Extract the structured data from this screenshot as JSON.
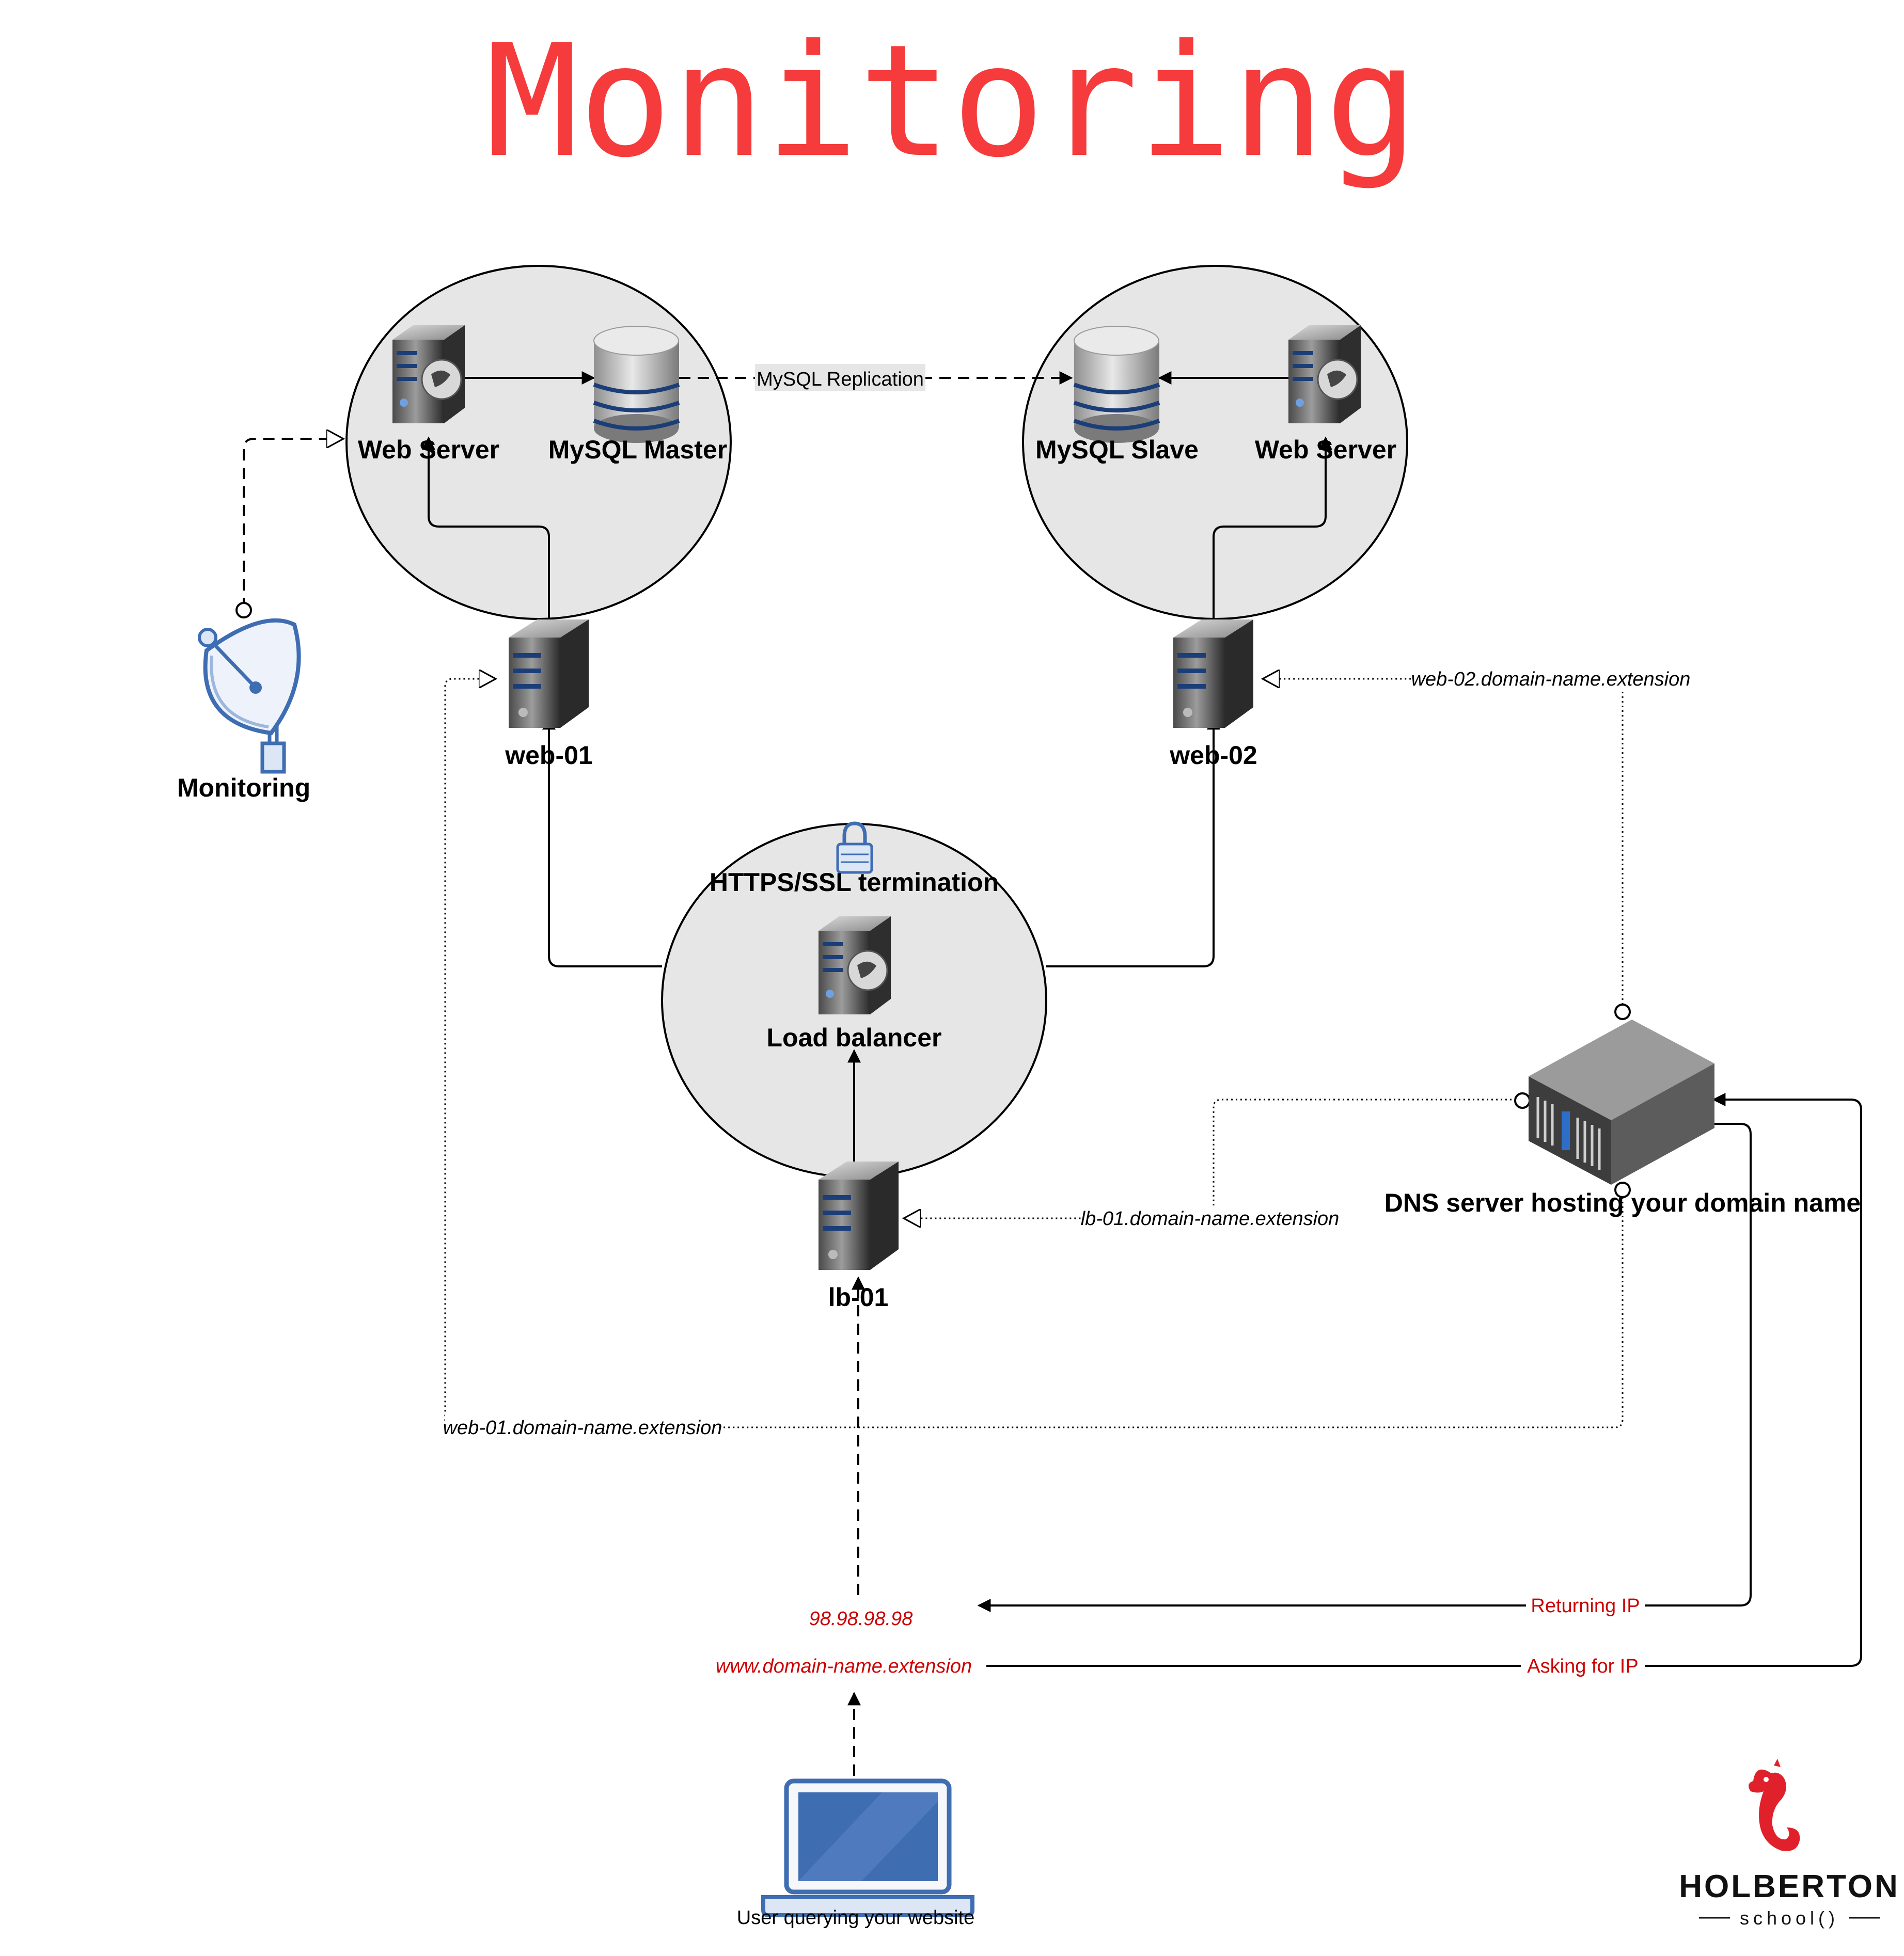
{
  "title": "Monitoring",
  "colors": {
    "title": "#f53b3b",
    "accent_red": "#cc0000",
    "cluster_fill": "#e6e6e6",
    "line": "#000000",
    "icon_blue": "#3f6db2",
    "server_dark": "#3a3a3a",
    "holberton_red": "#e0212b"
  },
  "clusters": {
    "left": {
      "web_server_label": "Web Server",
      "db_label": "MySQL Master",
      "host_label": "web-01"
    },
    "right": {
      "db_label": "MySQL Slave",
      "web_server_label": "Web Server",
      "host_label": "web-02"
    },
    "lb": {
      "ssl_label": "HTTPS/SSL termination",
      "balancer_label": "Load balancer",
      "host_label": "lb-01"
    }
  },
  "replication_label": "MySQL Replication",
  "monitoring": {
    "label": "Monitoring",
    "icon": "satellite-dish-icon"
  },
  "dns": {
    "label": "DNS server hosting your domain name",
    "web02_record": "web-02.domain-name.extension",
    "lb01_record": "lb-01.domain-name.extension",
    "web01_record": "web-01.domain-name.extension"
  },
  "client": {
    "ip": "98.98.98.98",
    "domain": "www.domain-name.extension",
    "returning_ip_label": "Returning IP",
    "asking_ip_label": "Asking for IP",
    "user_label": "User querying your website"
  },
  "logo": {
    "name": "HOLBERTON",
    "sub": "school()"
  }
}
